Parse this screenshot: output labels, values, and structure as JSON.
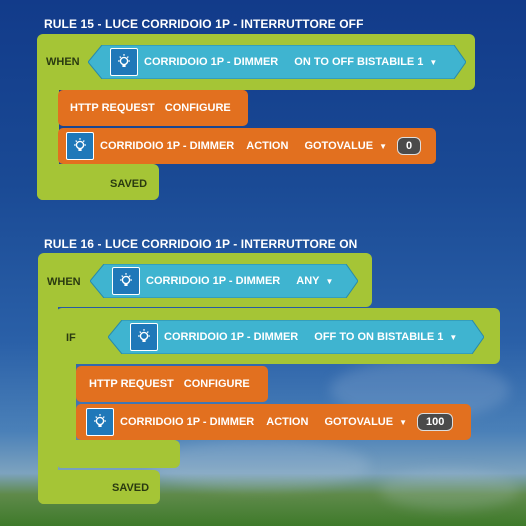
{
  "rule15": {
    "title": "RULE 15 - LUCE CORRIDOIO 1P - INTERRUTTORE OFF",
    "when": "WHEN",
    "trigger": {
      "device": "CORRIDOIO 1P - DIMMER",
      "event": "ON TO OFF BISTABILE 1"
    },
    "http_request": {
      "label": "HTTP REQUEST",
      "configure": "CONFIGURE"
    },
    "action": {
      "device": "CORRIDOIO 1P - DIMMER",
      "label": "ACTION",
      "action": "GOTOVALUE",
      "value": "0"
    },
    "saved": "SAVED"
  },
  "rule16": {
    "title": "RULE 16 - LUCE CORRIDOIO 1P - INTERRUTTORE ON",
    "when": "WHEN",
    "trigger": {
      "device": "CORRIDOIO 1P - DIMMER",
      "event": "ANY"
    },
    "if": "IF",
    "condition": {
      "device": "CORRIDOIO 1P - DIMMER",
      "event": "OFF TO ON BISTABILE 1"
    },
    "http_request": {
      "label": "HTTP REQUEST",
      "configure": "CONFIGURE"
    },
    "action": {
      "device": "CORRIDOIO 1P - DIMMER",
      "label": "ACTION",
      "action": "GOTOVALUE",
      "value": "100"
    },
    "saved": "SAVED"
  },
  "colors": {
    "block_green": "#a5c536",
    "block_orange": "#e2701f",
    "block_cyan": "#3fb4d0",
    "icon_blue": "#1f78b9"
  }
}
